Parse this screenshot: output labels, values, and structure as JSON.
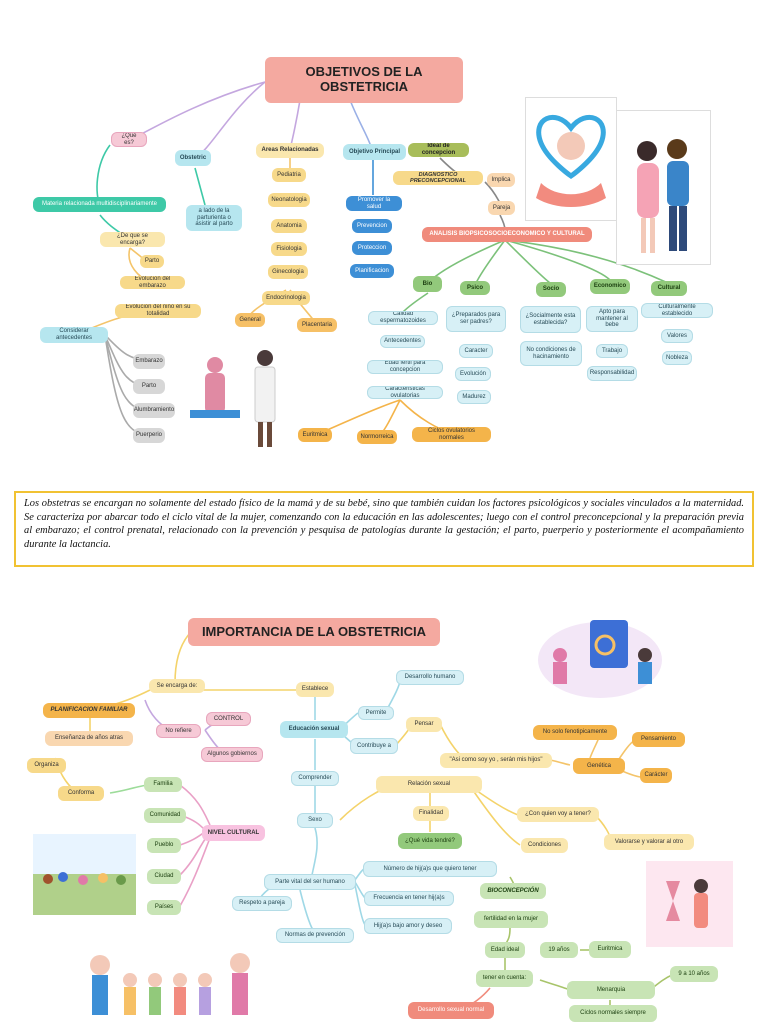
{
  "map1": {
    "title": "OBJETIVOS DE LA OBSTETRICIA",
    "que_es": "¿Que es?",
    "materia": "Materia relacionada multidisciplinariamente",
    "de_que": "¿De que se encarga?",
    "parto": "Parto",
    "evolucion_embarazo": "Evolucion del embarazo",
    "evolucion_nino": "Evolucion del niño en su totalidad",
    "considerar": "Considerar antecedentes",
    "antecedentes": [
      "Embarazo",
      "Parto",
      "Alumbramiento",
      "Puerperio"
    ],
    "obstetric": "Obstetric",
    "obstetric_desc": "a lado de la parturienta o asistir al parto",
    "areas": "Areas Relacionadas",
    "areas_items": [
      "Pediatria",
      "Neonatologia",
      "Anatomia",
      "Fisiologia",
      "Ginecologia",
      "Endocrinologia"
    ],
    "general": "General",
    "placentaria": "Placentaria",
    "objetivo": "Objetivo Principal",
    "objetivo_items": [
      "Promover la salud",
      "Prevencion",
      "Proteccion",
      "Planificacion"
    ],
    "ideal": "Ideal de concepcion",
    "diagnostico": "DIAGNOSTICO PRECONCEPCIONAL",
    "implica": "Implica",
    "pareja": "Pareja",
    "analisis": "ANALISIS BIOPSICOSOCIOECONOMICO Y CULTURAL",
    "bio": "Bio",
    "bio_items": [
      "Calidad espermatozoides",
      "Antecedentes",
      "Edad fertil para concepcion",
      "Caracteristicas ovulatorias"
    ],
    "eutimica": "Euritmica",
    "normoreica": "Normorreica",
    "ciclos": "Ciclos ovulatorios normales",
    "psico": "Psico",
    "psico_q": "¿Preparados para ser padres?",
    "psico_items": [
      "Caracter",
      "Evolución",
      "Madurez"
    ],
    "socio": "Socio",
    "socio_q": "¿Socialmente esta establecida?",
    "socio_no": "No condiciones de hacinamiento",
    "economico": "Economico",
    "eco_apto": "Apto para mantener al bebe",
    "eco_items": [
      "Trabajo",
      "Responsabilidad"
    ],
    "cultural": "Cultural",
    "cult_items": [
      "Culturalmente establecido",
      "Valores",
      "Nobleza"
    ]
  },
  "paragraph": "Los obstetras se encargan no solamente del estado físico de la mamá y de su bebé, sino que también cuidan los factores psicológicos y sociales vinculados a la maternidad. Se caracteriza por abarcar todo el ciclo vital de la mujer, comenzando con la educación en las adolescentes; luego con el control preconcepcional y la preparación previa al embarazo; el control prenatal, relacionado con la prevención y pesquisa de patologías durante la gestación; el parto, puerperio y posteriormente el acompañamiento durante la lactancia.",
  "map2": {
    "title": "IMPORTANCIA DE LA OBSTETRICIA",
    "planificacion": "PLANIFICACION FAMILIAR",
    "se_encarga": "Se encarga de:",
    "no_refiere": "No refiere",
    "control": "CONTROL",
    "algunos": "Algunos gobiernos",
    "ensenanza": "Enseñanza de años atras",
    "organiza": "Organiza",
    "conforma": "Conforma",
    "familia": "Familia",
    "nivel_items": [
      "Comunidad",
      "Pueblo",
      "Ciudad",
      "Países"
    ],
    "nivel_cultural": "NIVEL CULTURAL",
    "establece": "Establece",
    "educacion": "Educación sexual",
    "permite": "Permite",
    "desarrollo": "Desarrollo humano",
    "contribuye": "Contribuye a",
    "pensar": "Pensar",
    "asi_como": "\"Asi como soy yo , serán mis hijos\"",
    "no_solo": "No solo fenotipicamente",
    "genetica": "Genética",
    "pensamiento": "Pensamiento",
    "caracter": "Carácter",
    "comprender": "Comprender",
    "sexo": "Sexo",
    "relacion": "Relación sexual",
    "finalidad": "Finalidad",
    "que_vida": "¿Qué vida tendré?",
    "con_quien": "¿Con quien voy a tener?",
    "condiciones": "Condiciones",
    "valorarse": "Valorarse y valorar al otro",
    "parte_vital": "Parte vital del ser humano",
    "respeto": "Respeto a pareja",
    "normas": "Normas de prevención",
    "numero": "Número de hij(a)s que quiero tener",
    "frecuencia": "Frecuencia en tener hij(a)s",
    "hijas_amor": "Hij(a)s bajo amor y deseo",
    "bioconcepcion": "BIOCONCEPCIÓN",
    "fertilidad": "fertilidad en la mujer",
    "edad_ideal": "Edad ideal",
    "anos19": "19 años",
    "euritmica": "Euritmica",
    "tener_cuenta": "tener en cuenta:",
    "menarquia": "Menarquia",
    "anos9": "9 a 10 años",
    "ciclos_normales": "Ciclos normales siempre",
    "desarrollo_sexual": "Desarrollo sexual normal"
  },
  "colors": {
    "title_bg": "#f4a9a0",
    "mint": "#3ec9a7",
    "frame": "#f1c232"
  }
}
